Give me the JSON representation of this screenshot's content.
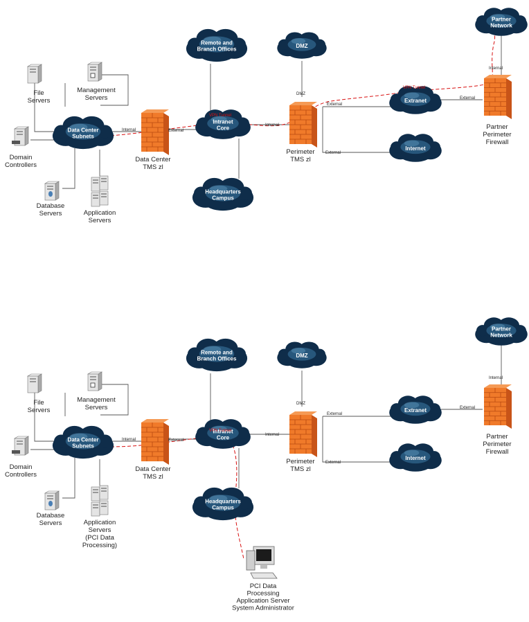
{
  "diagrams": [
    {
      "clouds": {
        "dc_subnets": [
          "Data Center",
          "Subnets"
        ],
        "remote": [
          "Remote and",
          "Branch Offices"
        ],
        "dmz": [
          "DMZ"
        ],
        "intranet": [
          "Intranet",
          "Core"
        ],
        "hq": [
          "Headquarters",
          "Campus"
        ],
        "extranet": [
          "Extranet"
        ],
        "internet": [
          "Internet"
        ],
        "partner_network": [
          "Partner",
          "Network"
        ]
      },
      "devices": {
        "file_servers": [
          "File",
          "Servers"
        ],
        "management_servers": [
          "Management",
          "Servers"
        ],
        "domain_controllers": [
          "Domain",
          "Controllers"
        ],
        "database_servers": [
          "Database",
          "Servers"
        ],
        "application_servers": [
          "Application",
          "Servers"
        ],
        "dc_firewall": [
          "Data Center",
          "TMS zl"
        ],
        "perimeter_firewall": [
          "Perimeter",
          "TMS zl"
        ],
        "partner_firewall": [
          "Partner",
          "Perimeter",
          "Firewall"
        ]
      },
      "ports": {
        "dc_internal": "Internal",
        "dc_external": "External",
        "perimeter_internal": "Internal",
        "perimeter_dmz": "DMZ",
        "perimeter_ext_extranet": "External",
        "perimeter_ext_internet": "External",
        "partner_external": "External",
        "partner_internal": "Internal"
      },
      "vpn_labels": [
        "VPN Tunnel",
        "VPN Tunnel"
      ]
    },
    {
      "clouds": {
        "dc_subnets": [
          "Data Center",
          "Subnets"
        ],
        "remote": [
          "Remote and",
          "Branch Offices"
        ],
        "dmz": [
          "DMZ"
        ],
        "intranet": [
          "Intranet",
          "Core"
        ],
        "hq": [
          "Headquarters",
          "Campus"
        ],
        "extranet": [
          "Extranet"
        ],
        "internet": [
          "Internet"
        ],
        "partner_network": [
          "Partner",
          "Network"
        ]
      },
      "devices": {
        "file_servers": [
          "File",
          "Servers"
        ],
        "management_servers": [
          "Management",
          "Servers"
        ],
        "domain_controllers": [
          "Domain",
          "Controllers"
        ],
        "database_servers": [
          "Database",
          "Servers"
        ],
        "application_servers": [
          "Application",
          "Servers",
          "(PCI Data",
          "Processing)"
        ],
        "dc_firewall": [
          "Data Center",
          "TMS zl"
        ],
        "perimeter_firewall": [
          "Perimeter",
          "TMS zl"
        ],
        "partner_firewall": [
          "Partner",
          "Perimeter",
          "Firewall"
        ],
        "admin_workstation": [
          "PCI Data",
          "Processing",
          "Application Server",
          "System Administrator"
        ]
      },
      "ports": {
        "dc_internal": "Internal",
        "dc_external": "External",
        "perimeter_internal": "Internal",
        "perimeter_dmz": "DMZ",
        "perimeter_ext_extranet": "External",
        "perimeter_ext_internet": "External",
        "partner_external": "External",
        "partner_internal": "Internal"
      },
      "vpn_labels": [
        "VPN Tunnel"
      ]
    }
  ],
  "colors": {
    "cloud_dark": "#0f2d4a",
    "cloud_light": "#3d7aa6",
    "firewall": "#f07a2a",
    "firewall_mortar": "#b84a10",
    "vpn": "#d81010",
    "line": "#555555"
  }
}
